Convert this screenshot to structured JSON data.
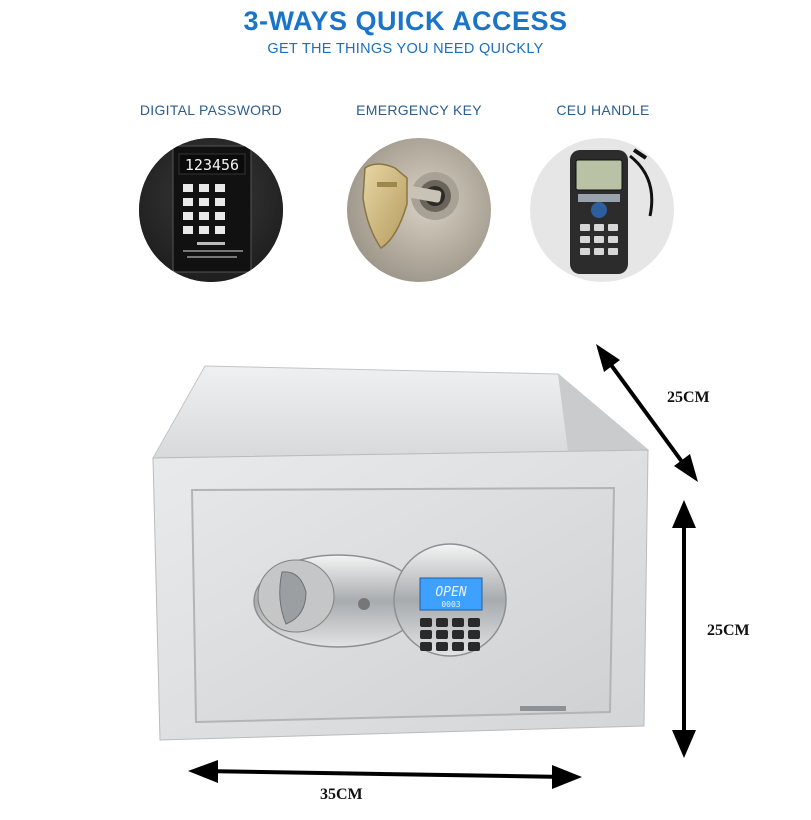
{
  "header": {
    "title": "3-WAYS QUICK ACCESS",
    "subtitle": "GET THE THINGS YOU NEED QUICKLY"
  },
  "features": [
    {
      "label": "DIGITAL PASSWORD",
      "icon": "keypad-icon"
    },
    {
      "label": "EMERGENCY KEY",
      "icon": "key-icon"
    },
    {
      "label": "CEU HANDLE",
      "icon": "handheld-device-icon"
    }
  ],
  "keypad_digits": "123456",
  "safe": {
    "lcd_line1": "OPEN",
    "lcd_line2": "0003"
  },
  "dimensions": {
    "depth": "25CM",
    "height": "25CM",
    "width": "35CM"
  },
  "colors": {
    "title": "#1a74c8",
    "subtitle": "#1a6fbf",
    "labels": "#2b5d8e",
    "safe_body": "#dfe1e2",
    "lcd": "#3ea0ff"
  }
}
